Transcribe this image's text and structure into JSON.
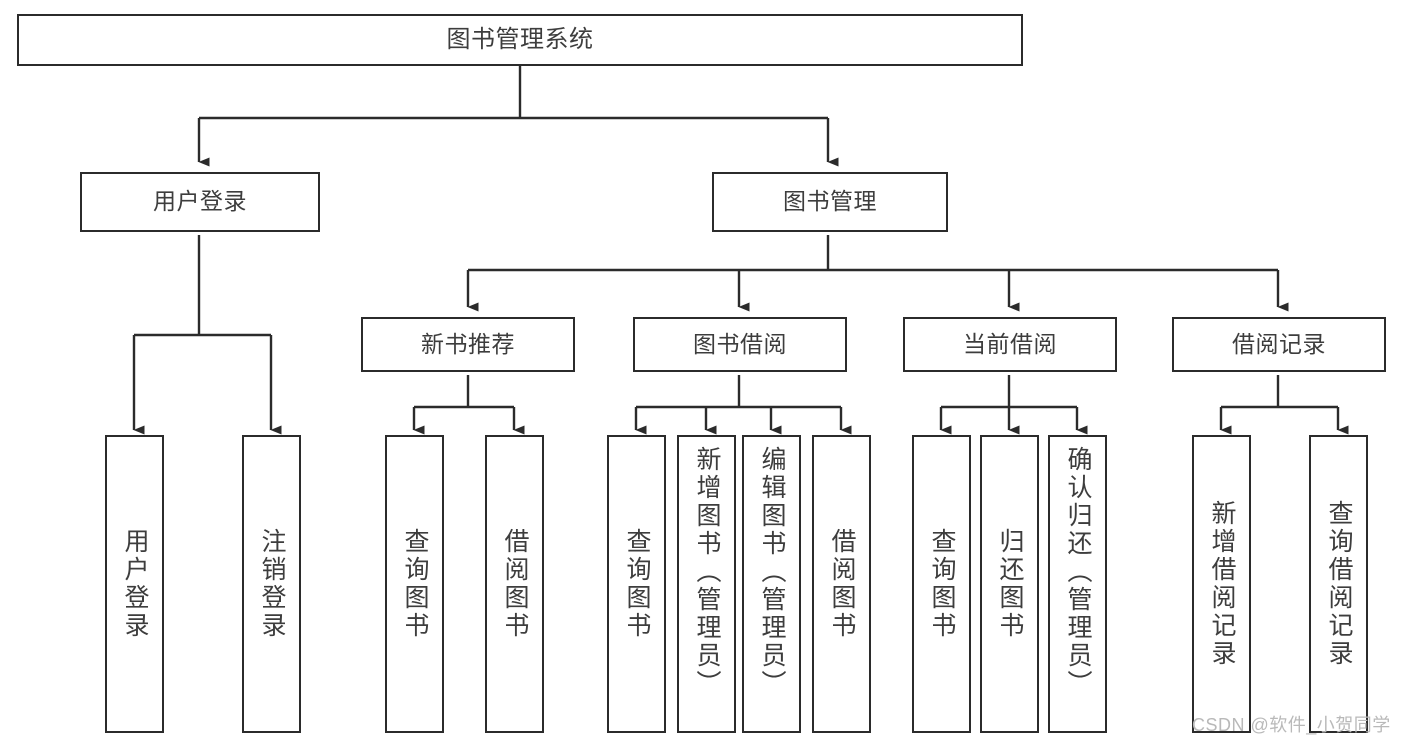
{
  "diagram": {
    "title": "图书管理系统",
    "type": "tree-hierarchy-functional-decomposition",
    "colors": {
      "box_border": "#2b2b2b",
      "box_fill": "#ffffff",
      "connector": "#2b2b2b",
      "text": "#3d3d3d",
      "watermark": "#b9b9b9",
      "background": "#ffffff"
    },
    "root": {
      "label": "图书管理系统"
    },
    "level1": [
      {
        "label": "用户登录"
      },
      {
        "label": "图书管理"
      }
    ],
    "level2": [
      {
        "label": "新书推荐"
      },
      {
        "label": "图书借阅"
      },
      {
        "label": "当前借阅"
      },
      {
        "label": "借阅记录"
      }
    ],
    "leaves": {
      "user_login": [
        {
          "label": "用户登录"
        },
        {
          "label": "注销登录"
        }
      ],
      "new_book_recommend": [
        {
          "label": "查询图书"
        },
        {
          "label": "借阅图书"
        }
      ],
      "book_borrow": [
        {
          "label": "查询图书"
        },
        {
          "label": "新增图书（管理员）"
        },
        {
          "label": "编辑图书（管理员）"
        },
        {
          "label": "借阅图书"
        }
      ],
      "current_borrow": [
        {
          "label": "查询图书"
        },
        {
          "label": "归还图书"
        },
        {
          "label": "确认归还（管理员）"
        }
      ],
      "borrow_record": [
        {
          "label": "新增借阅记录"
        },
        {
          "label": "查询借阅记录"
        }
      ]
    }
  },
  "watermark": {
    "text": "CSDN @软件_小贺同学"
  }
}
